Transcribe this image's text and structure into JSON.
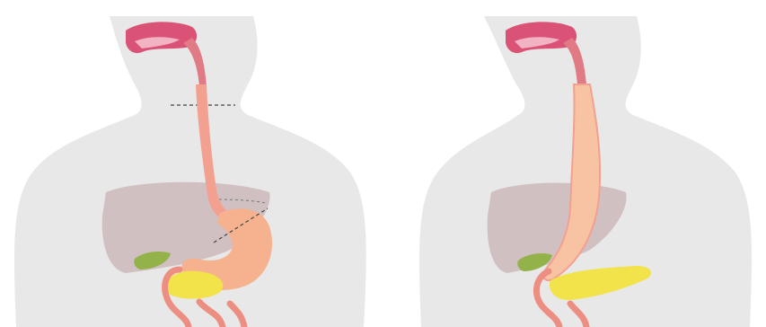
{
  "figure": {
    "panels": [
      {
        "view": "before",
        "organs": [
          "head-mouth",
          "esophagus",
          "liver",
          "stomach",
          "gallbladder",
          "pancreas",
          "small-intestine"
        ],
        "markers": [
          "neck-cut-line",
          "stomach-cut-line",
          "liver-edge-line"
        ]
      },
      {
        "view": "after",
        "organs": [
          "head-mouth",
          "esophagus",
          "gastric-conduit",
          "liver",
          "gallbladder",
          "pancreas",
          "small-intestine"
        ],
        "markers": []
      }
    ],
    "colors": {
      "body_silhouette": "#e8e8e8",
      "esophagus": "#f2a090",
      "mouth": "#d9416a",
      "liver": "#c9b3b6",
      "stomach": "#f6b28f",
      "conduit": "#f8c3a2",
      "pancreas": "#f2e34a",
      "gallbladder": "#93b24a",
      "intestine": "#ec8f82",
      "cut_line": "#444444"
    }
  }
}
